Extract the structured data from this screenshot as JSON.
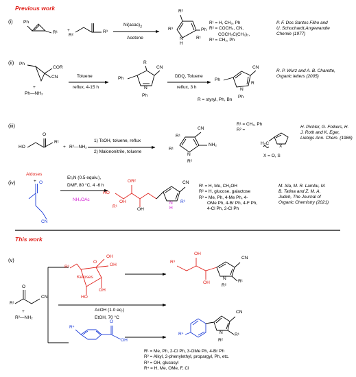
{
  "prev": {
    "header": "Previous work"
  },
  "s1": {
    "num": "(i)",
    "plus": "+",
    "cat": "Ni(acac)",
    "cat_sub": "2",
    "solvent": "Acetone",
    "r_labels": [
      "Ph",
      "R¹",
      "R²",
      "R³",
      "R²",
      "R³",
      "R¹",
      "Ph",
      "N",
      "H"
    ],
    "r_list": [
      "R¹ = H, CH₃, Ph",
      "R² = COCH₃, CN,",
      "COCH₂C(CH₃)₂,",
      "R³ = CH₃, Ph"
    ],
    "ref": [
      "P. F. Dos Santos Filho and",
      "U. Schuchardt,Angewandte",
      "Chemie (1977)"
    ]
  },
  "s2": {
    "num": "(ii)",
    "atoms": [
      "Ph",
      "COR",
      "CN",
      "Ph—NH₂",
      "+"
    ],
    "cond1a": "Toluene",
    "cond1b": "reflux, 4-15 h",
    "cond2a": "DDQ, Toluene",
    "cond2b": "reflux, 3 h",
    "prod_labels": [
      "CN",
      "R",
      "Ph",
      "N",
      "Ph",
      "CN",
      "R",
      "Ph",
      "N",
      "Ph"
    ],
    "r_def": "R = styryl, Ph, Bn",
    "ref": [
      "R. P. Wurz and A. B. Charette,",
      "Organic letters (2005)"
    ]
  },
  "s3": {
    "num": "(iii)",
    "atoms": [
      "HO",
      "O",
      "R¹",
      "+",
      "R²—NH₂"
    ],
    "cond1": "1) TsOH, toluene, reflux",
    "cond2": "2) Malononitrile, toluene",
    "prod_labels": [
      "CN",
      "R¹",
      "R¹",
      "N",
      "NH₂",
      "R²"
    ],
    "r_list": [
      "R¹ = CH₃, Ph",
      "R² ="
    ],
    "furan_labels": [
      "H₂C",
      "X"
    ],
    "x_def": "X = O, S",
    "ref": [
      "H. Pichler, G. Folkers, H.",
      "J. Roth and K. Eger,",
      "Liebigs Ann. Chem. (1986)"
    ]
  },
  "s4": {
    "num": "(iv)",
    "aldoses": "Aldoses",
    "plus": "+",
    "nh4": "NH₄OAc",
    "atoms": [
      "O",
      "CN"
    ],
    "cond1": "Et₃N (0.5 equiv.),",
    "cond2": "DMF, 80 °C, 4 -6 h",
    "prod_labels": [
      "OR²",
      "OH",
      "HO",
      "OH",
      "R¹",
      "CN",
      "N",
      "H",
      "R³"
    ],
    "r_list": [
      "R¹ = H, Me, CH₂OH",
      "R² = H, glucose, galactose",
      "R³ = Me, Ph, 4-Me Ph, 4-",
      "OMe Ph, 4-Br Ph, 4-F Ph,",
      "4-Cl Ph, 2-Cl Ph"
    ],
    "ref": [
      "M. Xia, M. R. Lambu, M.",
      "B. Tatina and Z. M. A.",
      "Judeh, The Journal of",
      "Organic Chemistry (2021)"
    ]
  },
  "this": {
    "header": "This work"
  },
  "s5": {
    "num": "(v)",
    "ketoses": "Ketoses",
    "sugar_labels": [
      "OH",
      "O",
      "OH",
      "R³",
      "HO",
      "OH"
    ],
    "sm_labels": [
      "O",
      "CN",
      "R¹",
      "+",
      "R²—NH₂"
    ],
    "cond1": "AcOH (1.0 eq.)",
    "cond2": "EtOH,  70 °C",
    "ketone_labels": [
      "R⁴",
      "O",
      "OH"
    ],
    "prod1_labels": [
      "R³",
      "OH",
      "OH",
      "CN",
      "N",
      "R¹",
      "R²"
    ],
    "prod2_labels": [
      "CN",
      "R⁴",
      "N",
      "R¹",
      "R²"
    ],
    "r_list": [
      "R¹ = Me, Ph, 2-Cl Ph, 3-OMe Ph, 4-Br Ph",
      "R² = Alkyl, 2-phenylethyl, propargyl, Ph, etc.",
      "R³ = OH, glucosyl",
      "R⁴ = H, Me, OMe, F, Cl"
    ]
  },
  "colors": {
    "red": "#e0201a",
    "blue": "#1f3fd8",
    "magenta": "#d11ad1"
  }
}
